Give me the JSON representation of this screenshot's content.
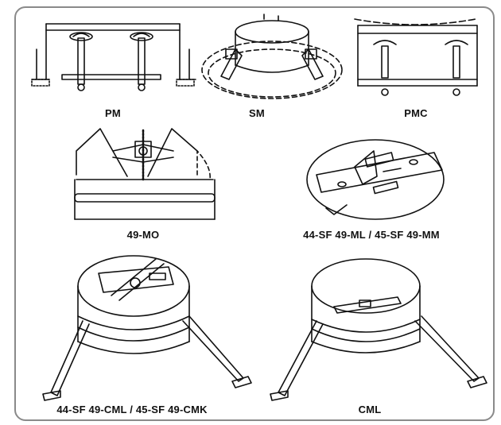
{
  "diagram": {
    "items": [
      {
        "id": "pm",
        "label": "PM"
      },
      {
        "id": "sm",
        "label": "SM"
      },
      {
        "id": "pmc",
        "label": "PMC"
      },
      {
        "id": "mo",
        "label": "49-MO"
      },
      {
        "id": "ml",
        "label": "44-SF 49-ML / 45-SF 49-MM"
      },
      {
        "id": "cml_cmk",
        "label": "44-SF 49-CML / 45-SF 49-CMK"
      },
      {
        "id": "cml",
        "label": "CML"
      }
    ]
  }
}
